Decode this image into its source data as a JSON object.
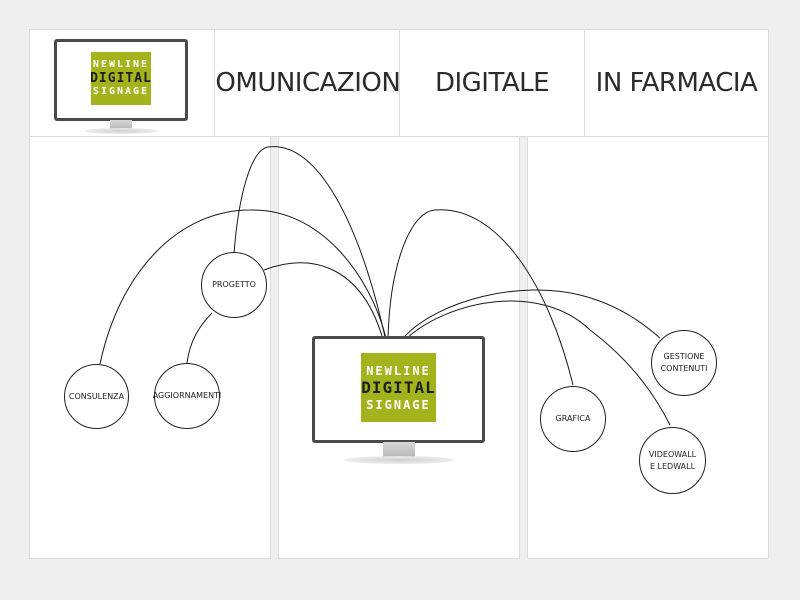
{
  "header": {
    "logo": {
      "line1": "NEWLINE",
      "line2": "DIGITAL",
      "line3": "SIGNAGE"
    },
    "words": [
      "COMUNICAZIONE",
      "DIGITALE",
      "IN FARMACIA"
    ]
  },
  "center_logo": {
    "line1": "NEWLINE",
    "line2": "DIGITAL",
    "line3": "SIGNAGE"
  },
  "nodes": {
    "progetto": "PROGETTO",
    "consulenza": "CONSULENZA",
    "aggiornamenti": "AGGIORNAMENTI",
    "grafica": "GRAFICA",
    "gestione": "GESTIONE CONTENUTI",
    "videowall": "VIDEOWALL E LEDWALL"
  },
  "colors": {
    "logo_green": "#a2b31b",
    "line": "#1a1a1a",
    "border": "#dcdcdc"
  }
}
